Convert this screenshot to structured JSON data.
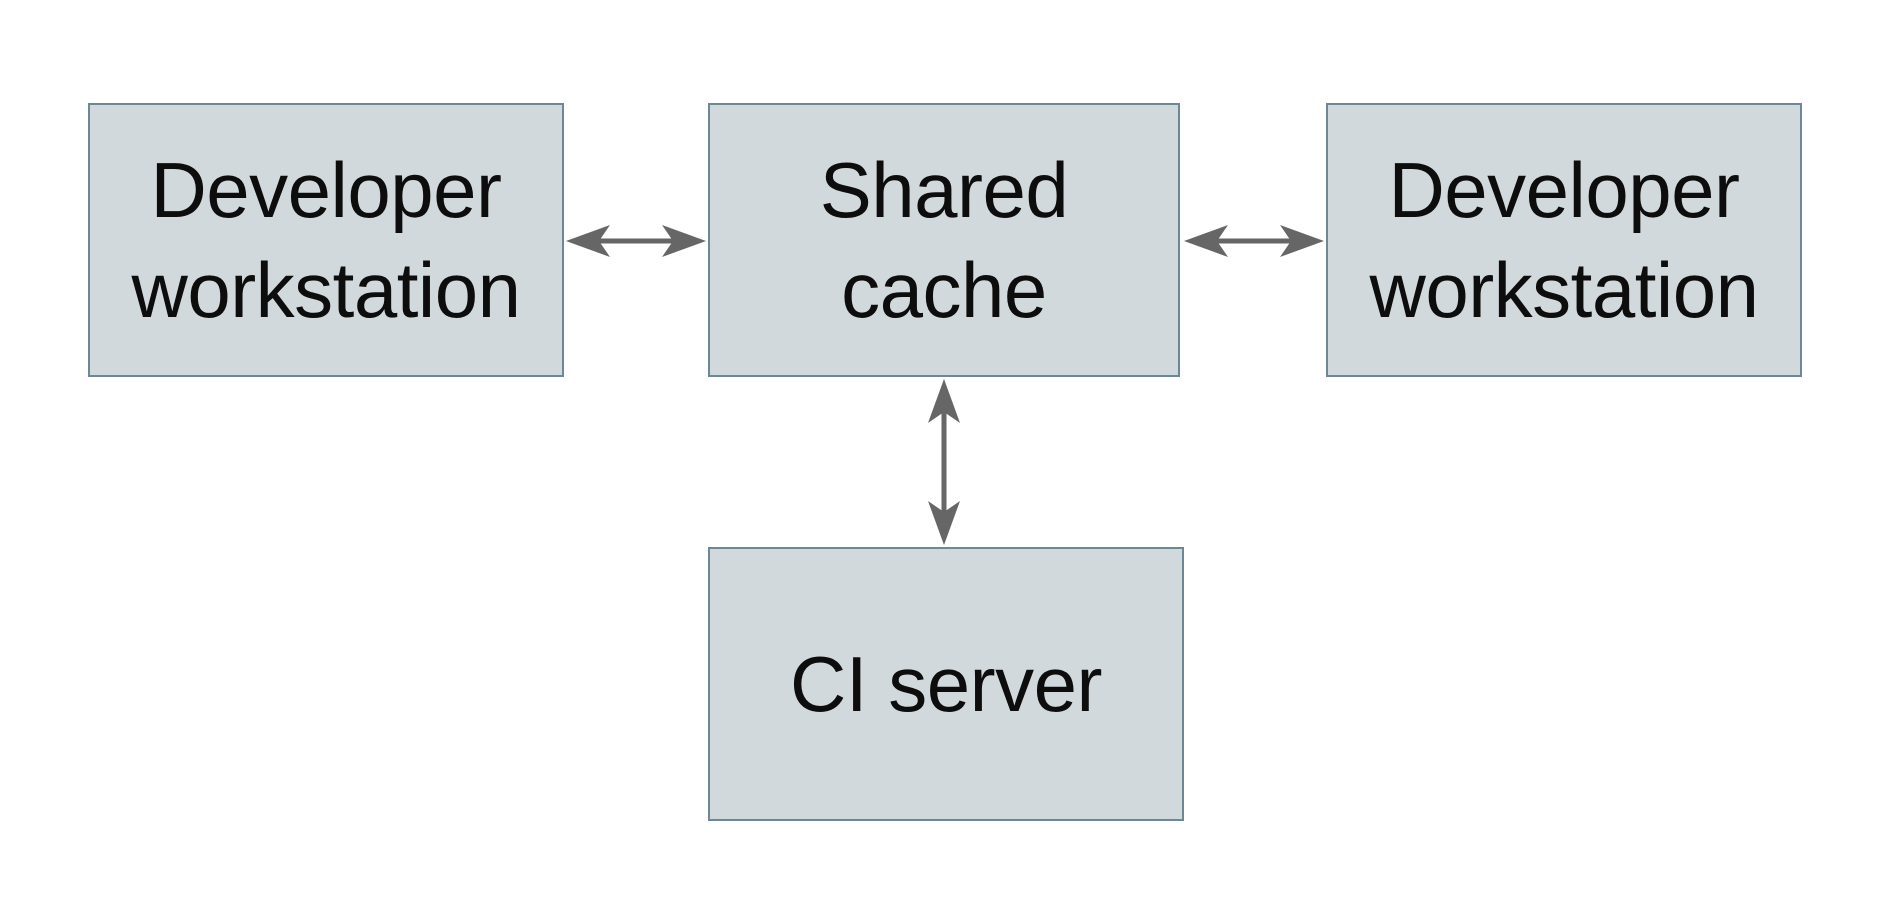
{
  "diagram": {
    "nodes": [
      {
        "id": "developer-workstation-left",
        "lines": [
          "Developer",
          "workstation"
        ]
      },
      {
        "id": "shared-cache",
        "lines": [
          "Shared",
          "cache"
        ]
      },
      {
        "id": "developer-workstation-right",
        "lines": [
          "Developer",
          "workstation"
        ]
      },
      {
        "id": "ci-server",
        "lines": [
          "CI server"
        ]
      }
    ],
    "edges": [
      {
        "from": "developer-workstation-left",
        "to": "shared-cache",
        "direction": "bidirectional",
        "orientation": "horizontal"
      },
      {
        "from": "shared-cache",
        "to": "developer-workstation-right",
        "direction": "bidirectional",
        "orientation": "horizontal"
      },
      {
        "from": "shared-cache",
        "to": "ci-server",
        "direction": "bidirectional",
        "orientation": "vertical"
      }
    ],
    "colors": {
      "node_fill": "#d2d9dc",
      "node_border": "#6e8794",
      "arrow": "#666666",
      "text": "#0d0d0d",
      "background": "#ffffff"
    }
  }
}
